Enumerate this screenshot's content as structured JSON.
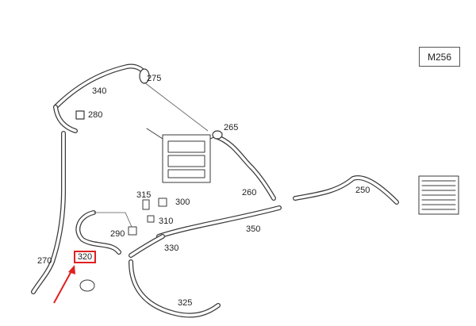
{
  "model_code": "M256",
  "highlight": {
    "label": "320",
    "color": "#e02020"
  },
  "part_labels": [
    "275",
    "340",
    "280",
    "265",
    "260",
    "250",
    "315",
    "300",
    "310",
    "290",
    "350",
    "330",
    "270",
    "325"
  ],
  "colors": {
    "line": "#3a3a3a",
    "leader": "#555555",
    "text": "#222222",
    "accent": "#e02020"
  }
}
